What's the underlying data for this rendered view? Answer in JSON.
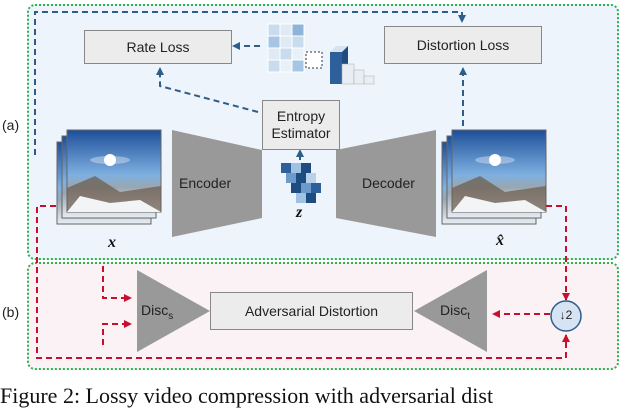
{
  "panels": {
    "a_label": "(a)",
    "b_label": "(b)"
  },
  "boxes": {
    "rate_loss": "Rate Loss",
    "distortion_loss": "Distortion Loss",
    "entropy_estimator": "Entropy\nEstimator",
    "adversarial_distortion": "Adversarial Distortion"
  },
  "blocks": {
    "encoder": "Encoder",
    "decoder": "Decoder"
  },
  "variables": {
    "x": "x",
    "x_hat": "x̂",
    "z": "z"
  },
  "discriminators": {
    "spatial": {
      "name": "Disc",
      "sub": "s"
    },
    "temporal": {
      "name": "Disc",
      "sub": "t"
    }
  },
  "downsample": "↓2",
  "caption": "Figure 2: Lossy video compression with adversarial dist",
  "colors": {
    "blue_arrow": "#2f5d8a",
    "red_arrow": "#c8102e",
    "panel_border": "#2bb24c"
  }
}
